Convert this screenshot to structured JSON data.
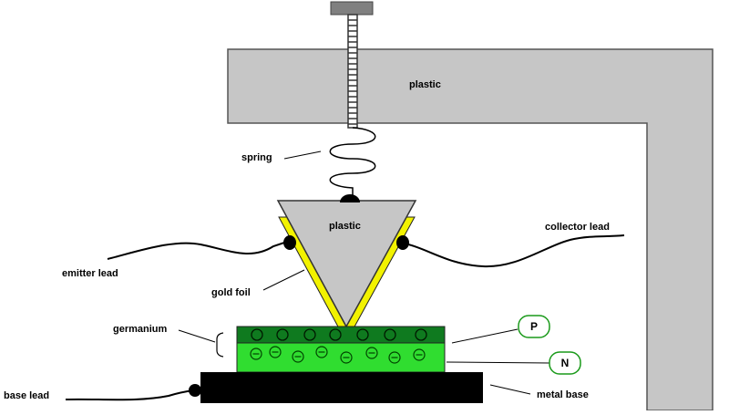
{
  "labels": {
    "plastic_frame": "plastic",
    "spring": "spring",
    "plastic_cone": "plastic",
    "collector_lead": "collector lead",
    "emitter_lead": "emitter lead",
    "gold_foil": "gold foil",
    "germanium": "germanium",
    "p_layer": "P",
    "n_layer": "N",
    "base_lead": "base lead",
    "metal_base": "metal base"
  },
  "colors": {
    "plastic": "#c6c6c6",
    "p_layer": "#0f7a1f",
    "n_layer": "#30dd30",
    "gold_foil": "#f2f200",
    "metal_base": "#000000",
    "badge_border": "#1a9a1a"
  },
  "p_layer_symbol": "empty-circle",
  "n_layer_symbol": "minus-circle"
}
